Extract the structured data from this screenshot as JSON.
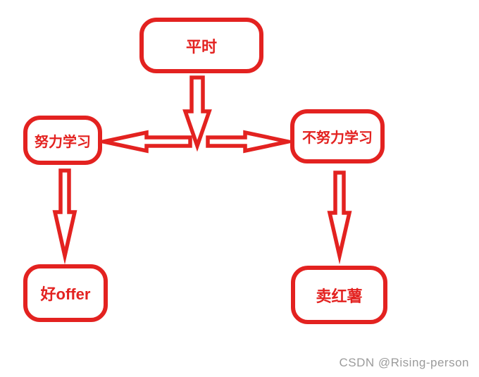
{
  "diagram": {
    "type": "flowchart",
    "nodes": [
      {
        "id": "pingshi",
        "label": "平时"
      },
      {
        "id": "nuli",
        "label": "努力学习"
      },
      {
        "id": "bunuli",
        "label": "不努力学习"
      },
      {
        "id": "offer",
        "label": "好offer"
      },
      {
        "id": "hongshu",
        "label": "卖红薯"
      }
    ],
    "edges": [
      {
        "from": "pingshi",
        "to": "nuli",
        "direction": "down-then-left"
      },
      {
        "from": "pingshi",
        "to": "bunuli",
        "direction": "down-then-right"
      },
      {
        "from": "nuli",
        "to": "offer",
        "direction": "down"
      },
      {
        "from": "bunuli",
        "to": "hongshu",
        "direction": "down"
      }
    ],
    "colors": {
      "stroke": "#e32220",
      "node_fill": "#ffffff",
      "text": "#e32220",
      "background": "#ffffff"
    }
  },
  "watermark": {
    "text": "CSDN @Rising-person",
    "color": "#9b9b9b"
  }
}
